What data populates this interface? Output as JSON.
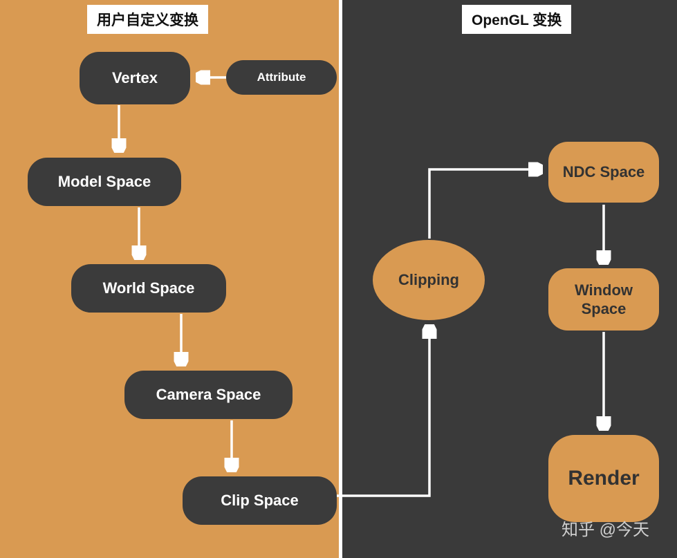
{
  "left_panel": {
    "title": "用户自定义变换",
    "nodes": {
      "vertex": "Vertex",
      "attribute": "Attribute",
      "model_space": "Model Space",
      "world_space": "World Space",
      "camera_space": "Camera Space",
      "clip_space": "Clip Space"
    }
  },
  "right_panel": {
    "title": "OpenGL 变换",
    "nodes": {
      "clipping": "Clipping",
      "ndc_space": "NDC Space",
      "window_space": "Window Space",
      "render": "Render"
    },
    "watermark": "知乎 @今天"
  },
  "colors": {
    "orange": "#d99a52",
    "dark": "#3a3a3a",
    "node_dark": "#3b3b3b",
    "arrow": "#ffffff"
  }
}
